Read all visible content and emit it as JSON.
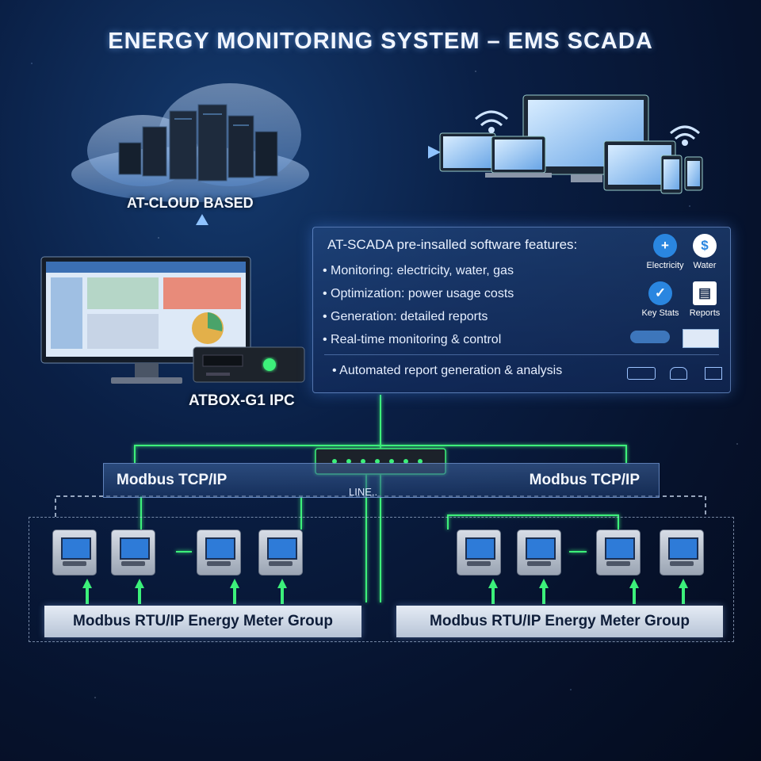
{
  "title": "ENERGY MONITORING SYSTEM – EMS SCADA",
  "cloud": {
    "label": "AT-CLOUD BASED"
  },
  "ipc": {
    "label": "ATBOX-G1 IPC"
  },
  "panel": {
    "title": "AT-SCADA pre-insalled software features:",
    "features": [
      "Monitoring: electricity, water, gas",
      "Optimization: power usage costs",
      "Generation: detailed reports",
      "Real-time monitoring & control"
    ],
    "extra": "Automated report generation & analysis",
    "icons": [
      {
        "name": "electricity-icon",
        "label": "Electricity",
        "glyph": "+",
        "color": "#2a86e0"
      },
      {
        "name": "water-icon",
        "label": "Water",
        "glyph": "$",
        "color": "#2a86e0"
      },
      {
        "name": "key-stats-icon",
        "label": "Key Stats",
        "glyph": "✓",
        "color": "#2a86e0"
      },
      {
        "name": "reports-icon",
        "label": "Reports",
        "glyph": "▤",
        "color": "#ffffff"
      }
    ]
  },
  "network": {
    "protocol_left": "Modbus TCP/IP",
    "protocol_right": "Modbus TCP/IP",
    "line_label": "LINE.."
  },
  "groups": [
    {
      "label": "Modbus RTU/IP Energy Meter Group"
    },
    {
      "label": "Modbus RTU/IP Energy Meter Group"
    }
  ],
  "colors": {
    "accent": "#3cf07a",
    "glow": "#5aa8ff",
    "background": "#0a1f45"
  }
}
